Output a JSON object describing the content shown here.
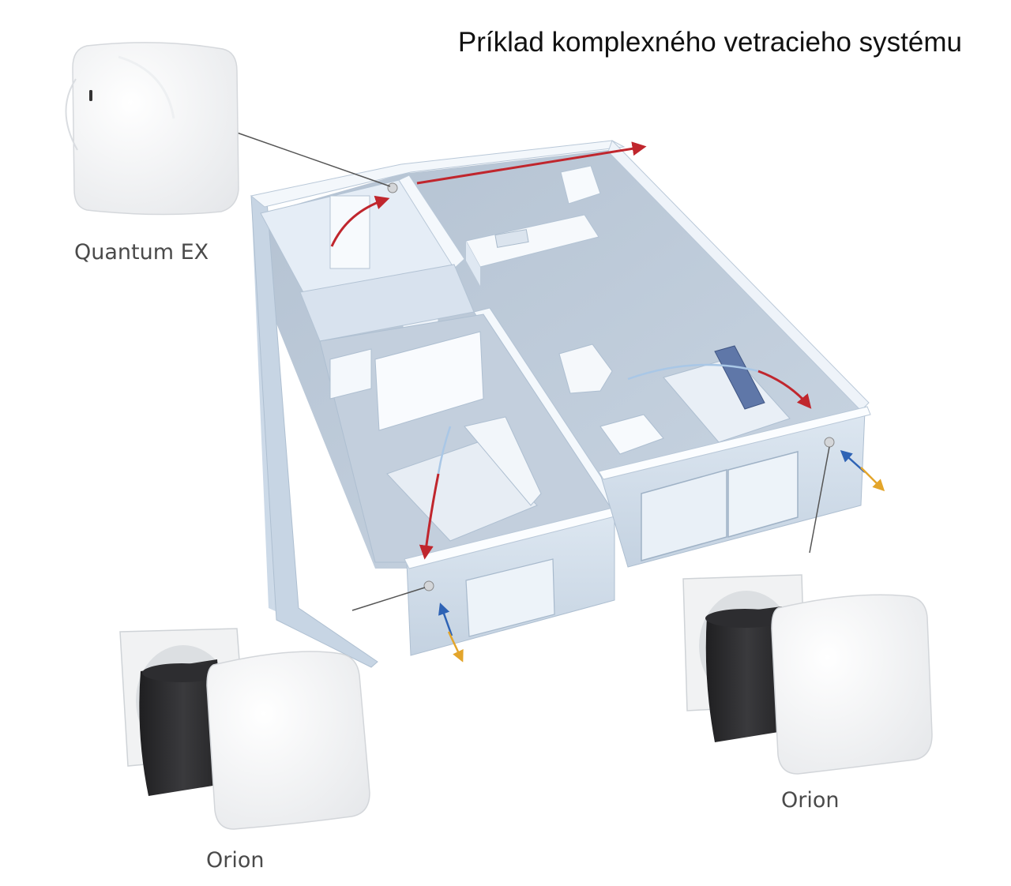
{
  "title": "Príklad komplexného vetracieho systému",
  "labels": {
    "quantum": "Quantum EX",
    "orion_left": "Orion",
    "orion_right": "Orion"
  },
  "colors": {
    "exhaust_arrow": "#c0262d",
    "supply_arrow": "#2e63b5",
    "fresh_air_arrow": "#e3a52b",
    "wall": "#e9f1f9",
    "floor": "#b7c6d6",
    "device_white": "#f6f7f8",
    "tube_dark": "#2a2a2c"
  },
  "icons": [
    "quantum-ex-fan-icon",
    "orion-recuperator-icon",
    "airflow-arrow-icon"
  ]
}
